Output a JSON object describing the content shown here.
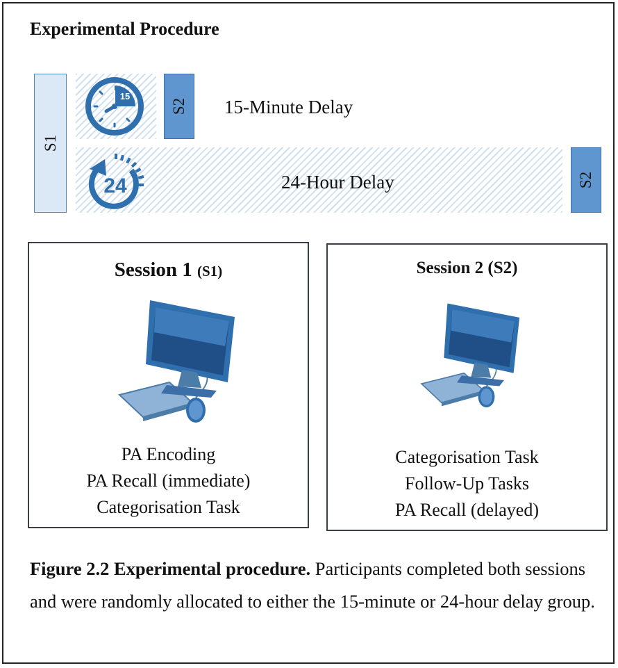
{
  "heading": "Experimental Procedure",
  "timeline": {
    "s1_label": "S1",
    "row1": {
      "icon": "clock-15-icon",
      "icon_text": "15",
      "s2_label": "S2",
      "delay_label": "15-Minute Delay"
    },
    "row2": {
      "icon": "clock-24-icon",
      "icon_text": "24",
      "s2_label": "S2",
      "delay_label": "24-Hour Delay"
    }
  },
  "sessions": [
    {
      "title": "Session 1",
      "title_suffix": "(S1)",
      "icon": "computer-icon",
      "tasks": [
        "PA Encoding",
        "PA Recall (immediate)",
        "Categorisation Task"
      ]
    },
    {
      "title": "Session 2",
      "title_suffix": "(S2)",
      "icon": "computer-icon",
      "tasks": [
        "Categorisation Task",
        "Follow-Up Tasks",
        "PA Recall (delayed)"
      ]
    }
  ],
  "caption": {
    "bold": "Figure 2.2 Experimental procedure.",
    "text": " Participants completed both sessions and were randomly allocated to either the 15-minute or 24-hour delay group."
  },
  "colors": {
    "light_blue": "#dbe8f6",
    "mid_blue": "#5f96d0",
    "icon_blue": "#2f6fae",
    "border": "#3b3f47"
  }
}
